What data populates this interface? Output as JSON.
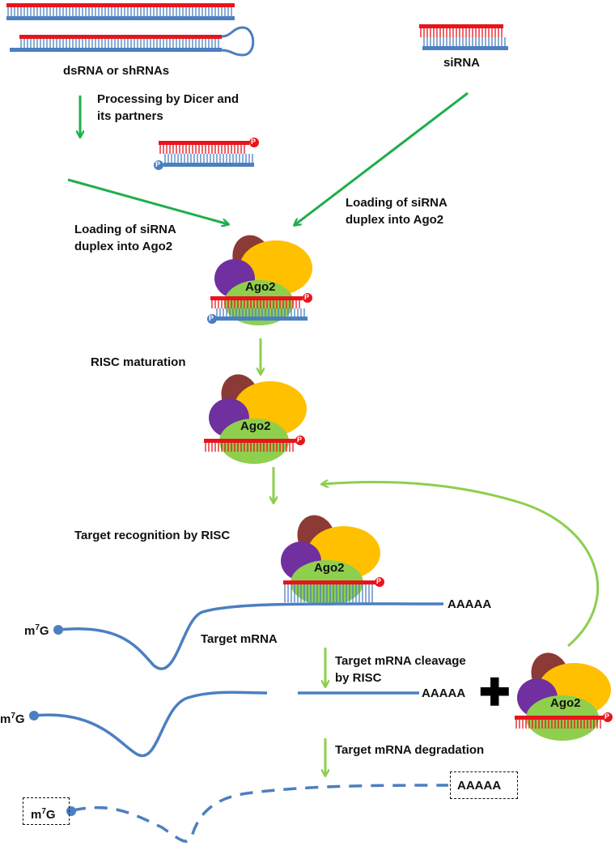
{
  "labels": {
    "dsrna": "dsRNA or shRNAs",
    "sirna": "siRNA",
    "processing": "Processing by  Dicer and\n its partners",
    "loading_left": "Loading of siRNA\nduplex into Ago2",
    "loading_right": "Loading of siRNA\nduplex into Ago2",
    "risc_maturation": "RISC maturation",
    "target_recognition": "Target recognition by RISC",
    "target_mrna": "Target mRNA",
    "cleavage": "Target mRNA cleavage\n  by RISC",
    "degradation": "Target mRNA degradation",
    "cap_base": "m",
    "cap_sup": "7",
    "cap_tail": "G",
    "polya": "AAAAA",
    "plus": "✚"
  },
  "proteins": {
    "ago2": "Ago2",
    "phosphate": "P"
  },
  "colors": {
    "sense_strand": "#e8141c",
    "antisense_strand": "#4b7fc1",
    "arrow_dark_green": "#1fae4b",
    "arrow_light_green": "#8ccf4e",
    "ago2": "#8fcf4e",
    "brown_subunit": "#8b3a35",
    "purple_subunit": "#7030a0",
    "yellow_subunit": "#ffc000",
    "mrna": "#4b7fc1"
  }
}
